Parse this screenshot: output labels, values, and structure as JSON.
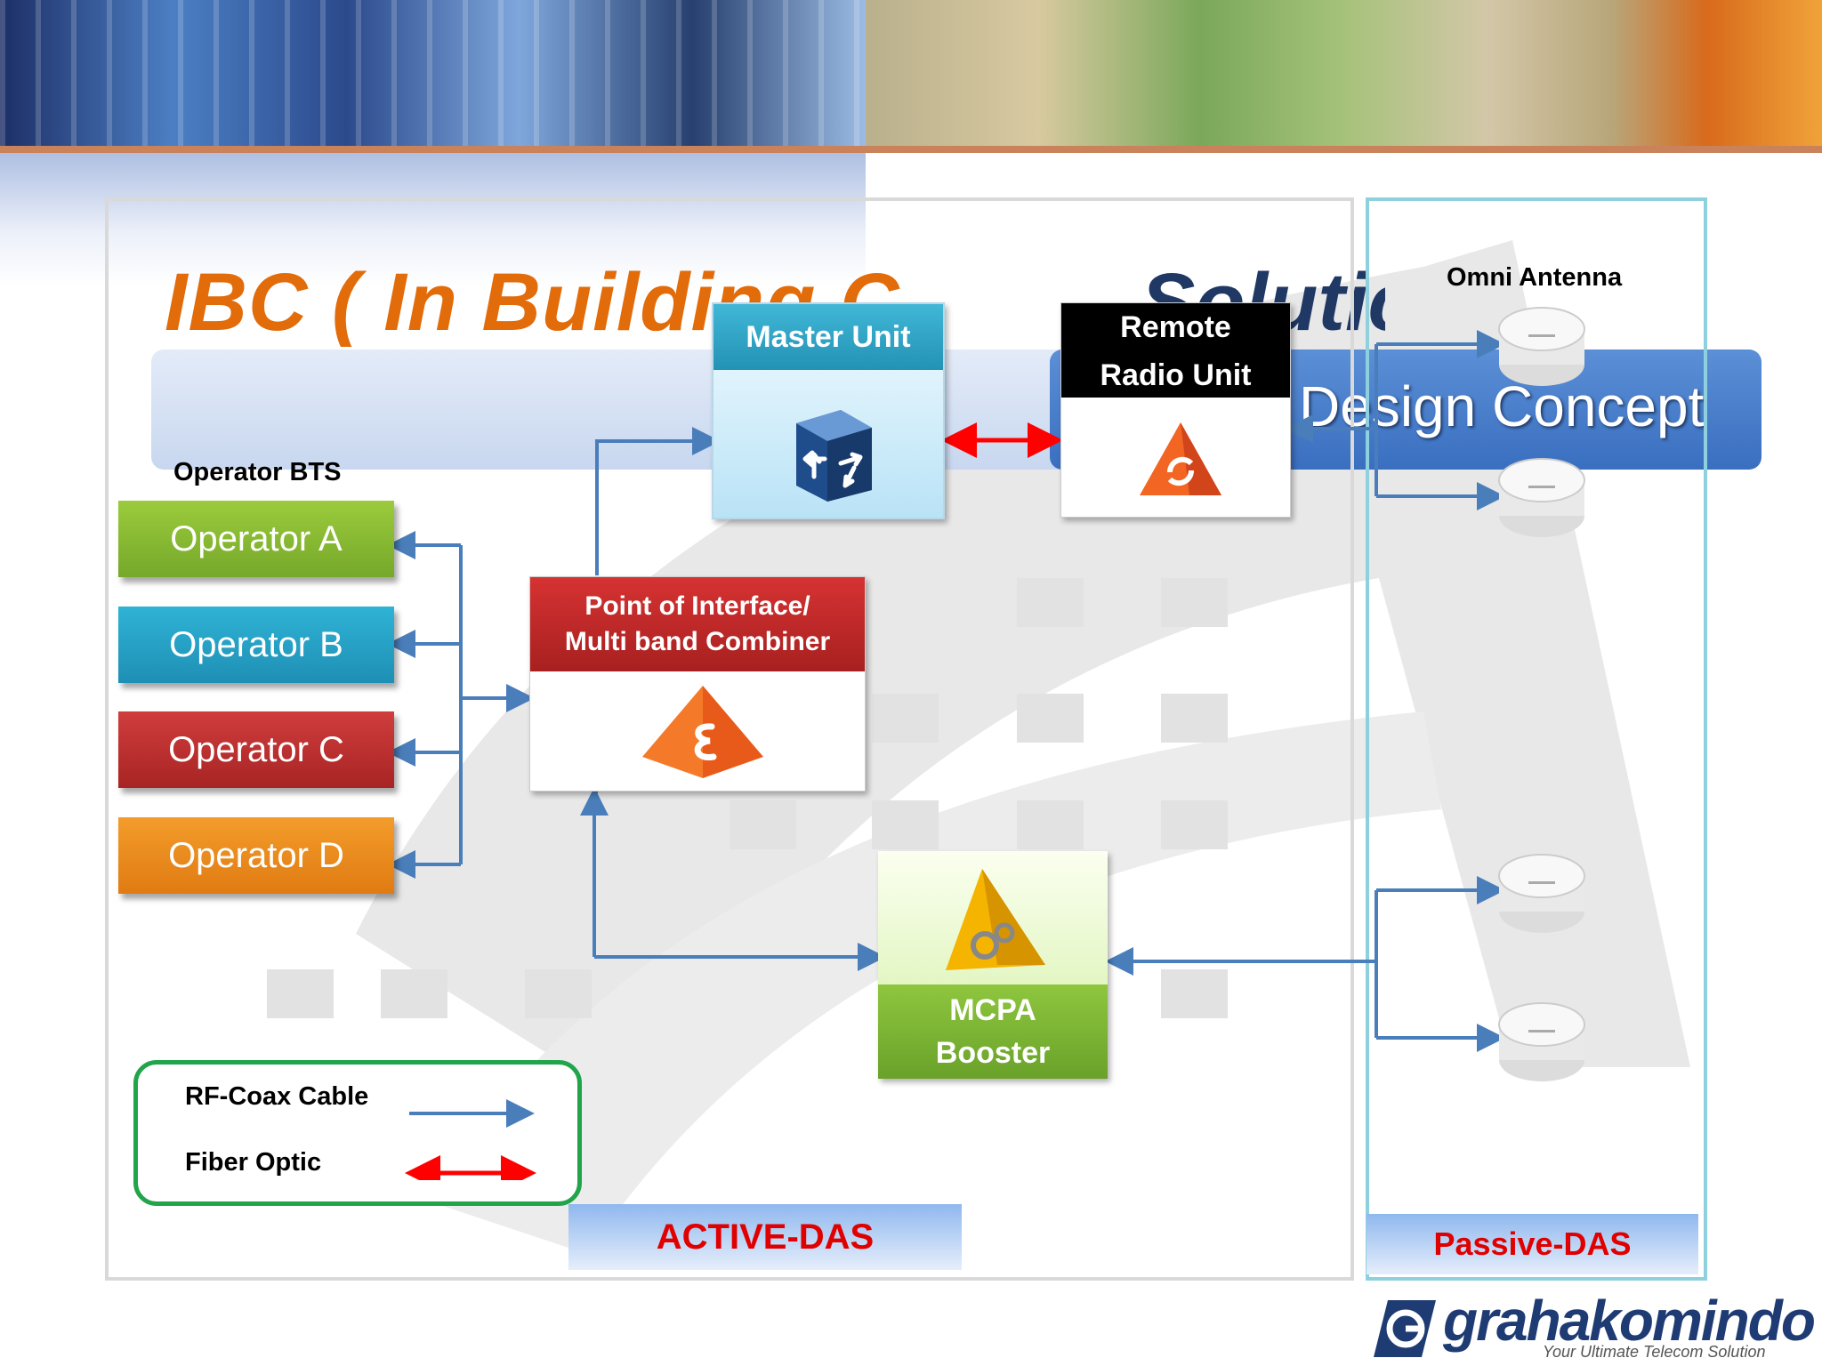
{
  "title": "IBC ( In Building C",
  "title_right": "Solutic",
  "subtitle": "Design Concept",
  "operators": {
    "heading": "Operator BTS",
    "items": [
      {
        "label": "Operator A",
        "color": "#8dc13a"
      },
      {
        "label": "Operator B",
        "color": "#27a6ca"
      },
      {
        "label": "Operator C",
        "color": "#c22f2f"
      },
      {
        "label": "Operator D",
        "color": "#ef8b1c"
      }
    ]
  },
  "master_unit": {
    "label": "Master Unit",
    "icon": "switch-icon"
  },
  "rru": {
    "line1": "Remote",
    "line2": "Radio Unit",
    "icon": "sync-pyramid-icon"
  },
  "poi": {
    "line1": "Point of Interface/",
    "line2": "Multi band Combiner",
    "icon": "combiner-pyramid-icon"
  },
  "mcpa": {
    "line1": "MCPA",
    "line2": "Booster",
    "icon": "gears-pyramid-icon"
  },
  "antenna": {
    "heading": "Omni Antenna",
    "icon": "omni-antenna-icon"
  },
  "legend": {
    "rf_label": "RF-Coax Cable",
    "rf_color": "#4a7ebb",
    "fiber_label": "Fiber Optic",
    "fiber_color": "#ff0000"
  },
  "active_das": "ACTIVE-DAS",
  "passive_das": "Passive-DAS",
  "logo": {
    "name": "grahakomindo",
    "tagline": "Your Ultimate Telecom Solution"
  }
}
